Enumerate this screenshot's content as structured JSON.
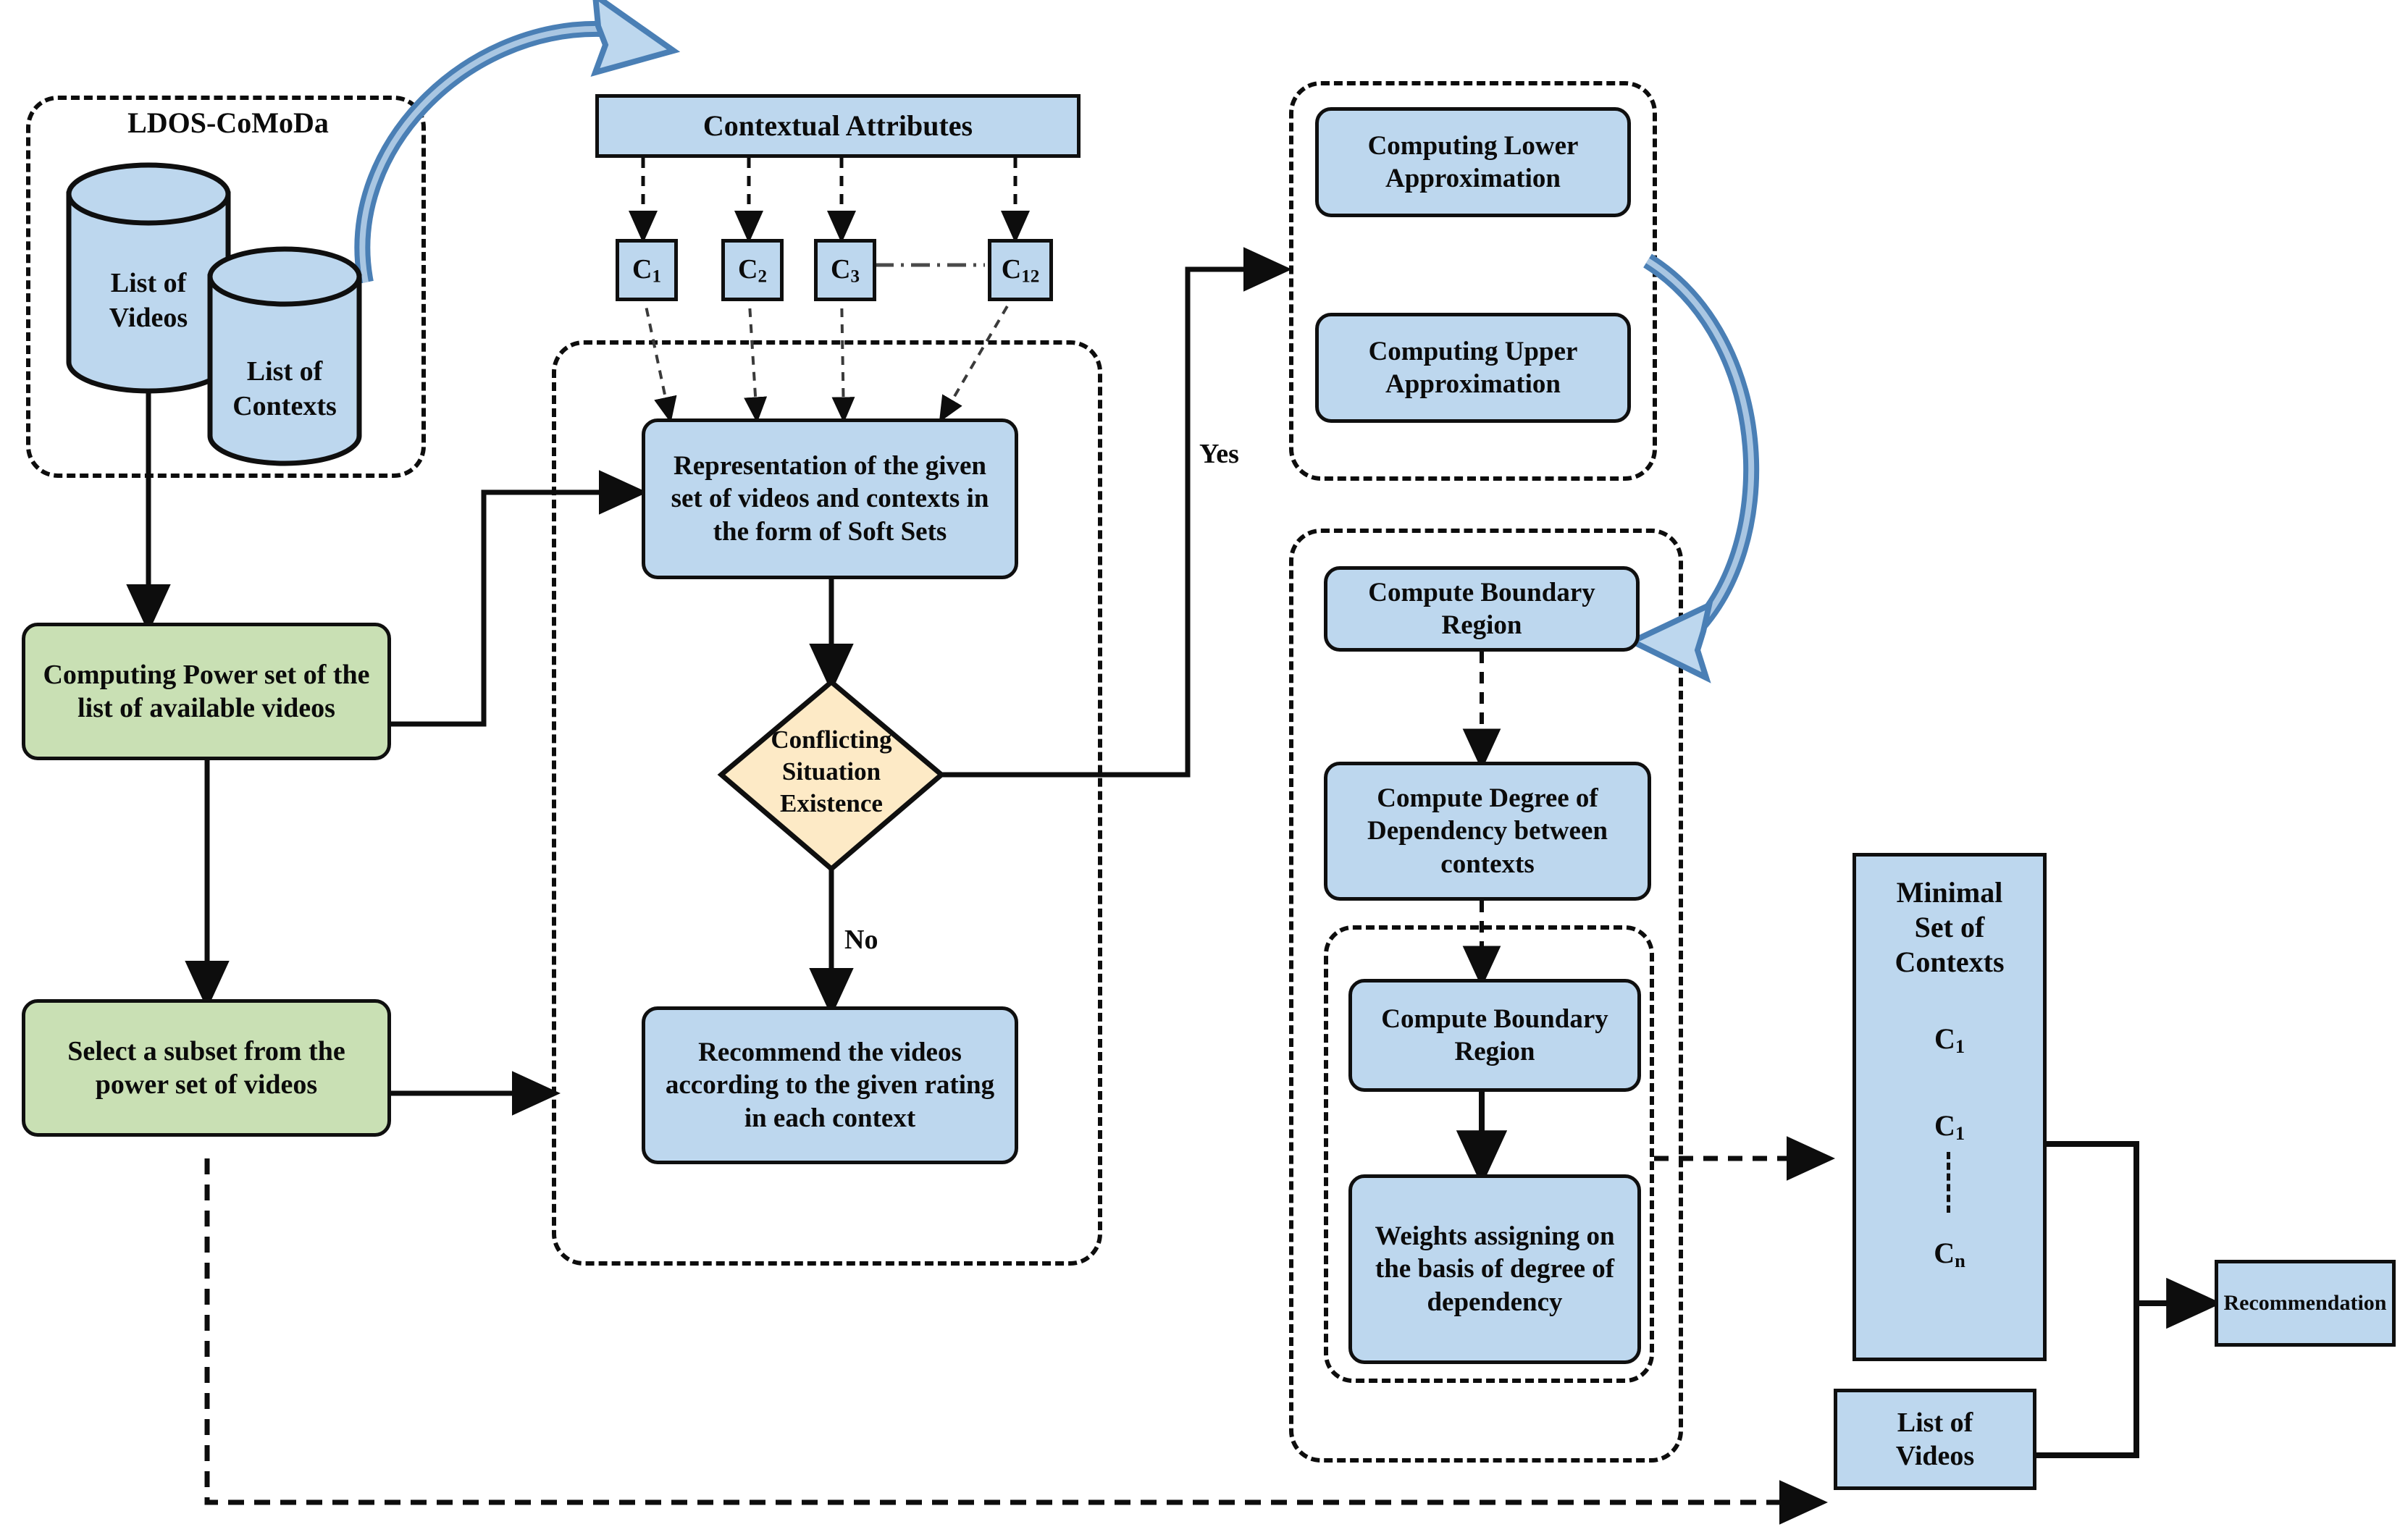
{
  "diagram": {
    "title": "Context-aware video recommendation framework flowchart",
    "colors": {
      "node_blue": "#bdd7ee",
      "node_green": "#c9e0b4",
      "decision_yellow": "#fdeac6",
      "arrow_blue": "#4a7fb5",
      "stroke_black": "#0f0f0f"
    }
  },
  "groups": {
    "dataset": {
      "label": "LDOS-CoMoDa"
    },
    "softset": {
      "label": ""
    },
    "approximation": {
      "label": ""
    },
    "dependency": {
      "label": ""
    },
    "weights": {
      "label": ""
    }
  },
  "datastores": {
    "list_of_videos": "List of\nVideos",
    "list_of_videos_l1": "List of",
    "list_of_videos_l2": "Videos",
    "list_of_contexts_l1": "List of",
    "list_of_contexts_l2": "Contexts"
  },
  "nodes": {
    "contextual_attributes": "Contextual Attributes",
    "computing_power_set": "Computing Power set of the list of available videos",
    "select_subset": "Select a subset from the power set of videos",
    "representation_soft_sets": "Representation of the given set of videos and contexts in the form of Soft Sets",
    "conflicting_situation": "Conflicting Situation Existence",
    "recommend_videos": "Recommend the videos according to the given rating in each context",
    "computing_lower_approximation": "Computing Lower Approximation",
    "computing_upper_approximation": "Computing Upper Approximation",
    "compute_boundary_region_1": "Compute Boundary Region",
    "compute_degree_dependency": "Compute Degree of Dependency between contexts",
    "compute_boundary_region_2": "Compute Boundary Region",
    "weights_assigning": "Weights assigning on the basis of degree of dependency",
    "recommendation": "Recommendation",
    "list_of_videos_out_l1": "List of",
    "list_of_videos_out_l2": "Videos"
  },
  "context_boxes": [
    {
      "base": "C",
      "sub": "1"
    },
    {
      "base": "C",
      "sub": "2"
    },
    {
      "base": "C",
      "sub": "3"
    },
    {
      "base": "C",
      "sub": "12"
    }
  ],
  "minimal_set": {
    "title_l1": "Minimal",
    "title_l2": "Set of",
    "title_l3": "Contexts",
    "items": [
      {
        "base": "C",
        "sub": "1"
      },
      {
        "base": "C",
        "sub": "1"
      },
      {
        "base": "C",
        "sub": "n"
      }
    ]
  },
  "edge_labels": {
    "yes": "Yes",
    "no": "No"
  }
}
